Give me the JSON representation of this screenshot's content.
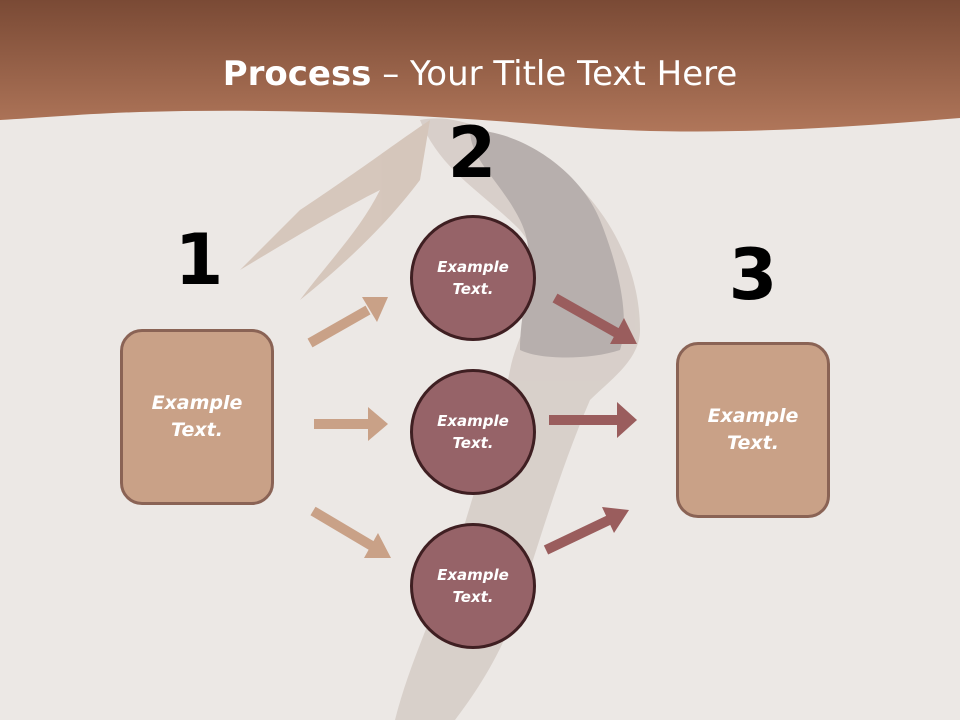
{
  "title": {
    "bold": "Process",
    "rest": " – Your Title Text Here"
  },
  "steps": {
    "one": "1",
    "two": "2",
    "three": "3"
  },
  "boxes": {
    "left": "Example\nText.",
    "right": "Example\nText."
  },
  "circles": [
    "Example\nText.",
    "Example\nText.",
    "Example\nText."
  ],
  "colors": {
    "header_band": "#a2674a",
    "box_fill": "#c9a187",
    "circle_fill": "#966368",
    "arrow_light": "#c9a187",
    "arrow_dark": "#9a5d5d"
  }
}
